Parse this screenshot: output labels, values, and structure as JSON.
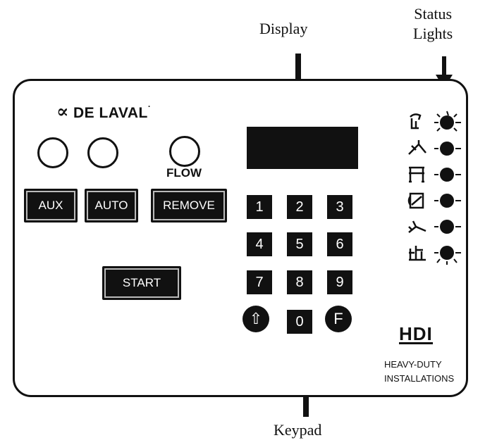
{
  "callouts": {
    "display": "Display",
    "status_line1": "Status",
    "status_line2": "Lights",
    "keypad": "Keypad"
  },
  "panel": {
    "brand_symbol": "∝",
    "brand_name": "DE LAVAL",
    "flow_label": "FLOW",
    "buttons": {
      "aux": "AUX",
      "auto": "AUTO",
      "remove": "REMOVE",
      "start": "START"
    },
    "keypad": {
      "keys": [
        "1",
        "2",
        "3",
        "4",
        "5",
        "6",
        "7",
        "8",
        "9"
      ],
      "up": "⇧",
      "zero": "0",
      "function": "F"
    },
    "status_lights": {
      "count": 6,
      "icons": [
        "status-icon-1",
        "status-icon-2",
        "status-icon-3",
        "status-icon-4",
        "status-icon-5",
        "status-icon-6"
      ]
    },
    "hdi": {
      "logo": "HDI",
      "line1": "HEAVY-DUTY",
      "line2": "INSTALLATIONS"
    }
  },
  "colors": {
    "ink": "#111111",
    "background": "#ffffff"
  }
}
